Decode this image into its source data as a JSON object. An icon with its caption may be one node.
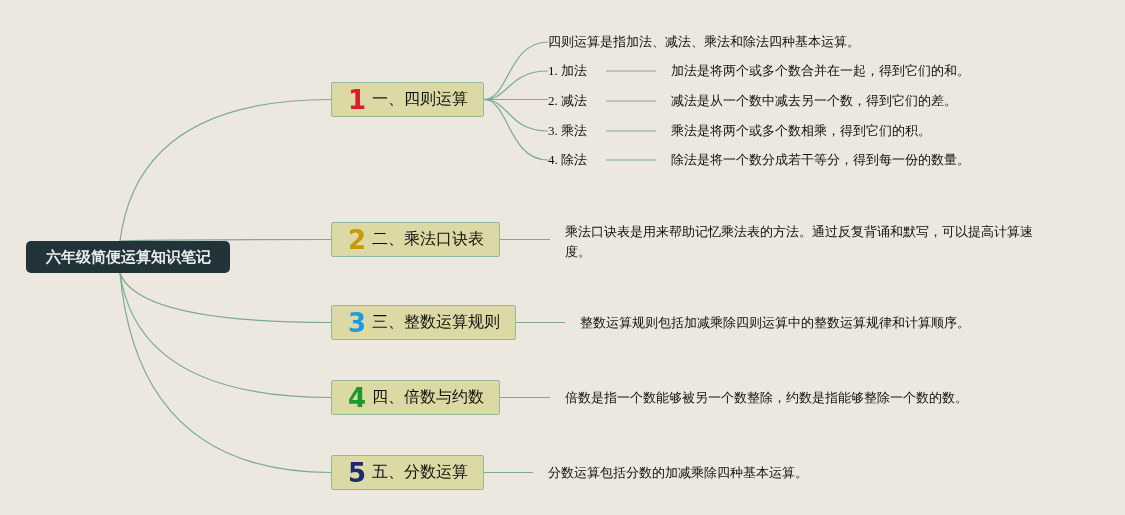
{
  "diagram": {
    "nodes": [
      {
        "text": [
          "六年级简便运算知识笔记"
        ]
      },
      {
        "text": [
          "1",
          "一、四则运算"
        ]
      },
      {
        "text": [
          "四则运算是指加法、减法、乘法和除法四种基本运算。"
        ]
      },
      {
        "text": [
          "1. 加法"
        ]
      },
      {
        "text": [
          "加法是将两个或多个数合并在一起，得到它们的和。"
        ]
      },
      {
        "text": [
          "2. 减法"
        ]
      },
      {
        "text": [
          "减法是从一个数中减去另一个数，得到它们的差。"
        ]
      },
      {
        "text": [
          "3. 乘法"
        ]
      },
      {
        "text": [
          "乘法是将两个或多个数相乘，得到它们的积。"
        ]
      },
      {
        "text": [
          "4. 除法"
        ]
      },
      {
        "text": [
          "除法是将一个数分成若干等分，得到每一份的数量。"
        ]
      },
      {
        "text": [
          "2",
          "二、乘法口诀表"
        ]
      },
      {
        "text": [
          "乘法口诀表是用来帮助记忆乘法表的方法。通过反复背诵和默写，可以提高计算速度。"
        ]
      },
      {
        "text": [
          "3",
          "三、整数运算规则"
        ]
      },
      {
        "text": [
          "整数运算规则包括加减乘除四则运算中的整数运算规律和计算顺序。"
        ]
      },
      {
        "text": [
          "4",
          "四、倍数与约数"
        ]
      },
      {
        "text": [
          "倍数是指一个数能够被另一个数整除，约数是指能够整除一个数的数。"
        ]
      },
      {
        "text": [
          "5",
          "五、分数运算"
        ]
      },
      {
        "text": [
          "分数运算包括分数的加减乘除四种基本运算。"
        ]
      }
    ],
    "edges": [
      {
        "from": 0,
        "to": 1,
        "arrow": "none"
      },
      {
        "from": 1,
        "to": 2,
        "arrow": "none"
      },
      {
        "from": 1,
        "to": 3,
        "arrow": "none"
      },
      {
        "from": 3,
        "to": 4,
        "arrow": "none"
      },
      {
        "from": 1,
        "to": 5,
        "arrow": "none"
      },
      {
        "from": 5,
        "to": 6,
        "arrow": "none"
      },
      {
        "from": 1,
        "to": 7,
        "arrow": "none"
      },
      {
        "from": 7,
        "to": 8,
        "arrow": "none"
      },
      {
        "from": 1,
        "to": 9,
        "arrow": "none"
      },
      {
        "from": 9,
        "to": 10,
        "arrow": "none"
      },
      {
        "from": 0,
        "to": 11,
        "arrow": "none"
      },
      {
        "from": 11,
        "to": 12,
        "arrow": "none"
      },
      {
        "from": 0,
        "to": 13,
        "arrow": "none"
      },
      {
        "from": 13,
        "to": 14,
        "arrow": "none"
      },
      {
        "from": 0,
        "to": 15,
        "arrow": "none"
      },
      {
        "from": 15,
        "to": 16,
        "arrow": "none"
      },
      {
        "from": 0,
        "to": 17,
        "arrow": "none"
      },
      {
        "from": 17,
        "to": 18,
        "arrow": "none"
      }
    ]
  }
}
